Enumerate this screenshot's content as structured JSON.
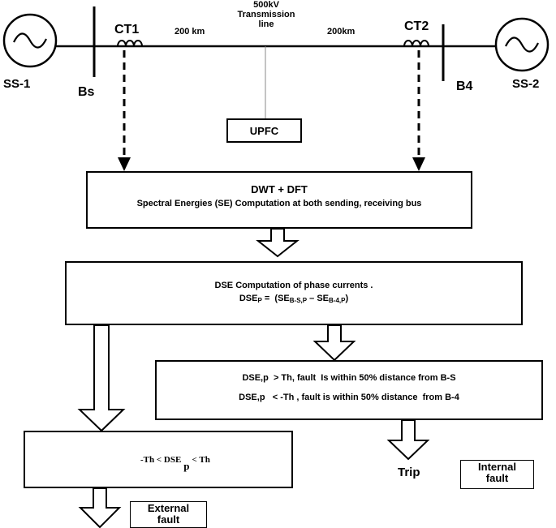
{
  "network": {
    "source_left": "SS-1",
    "source_right": "SS-2",
    "bus_left": "Bs",
    "bus_right": "B4",
    "ct_left": "CT1",
    "ct_right": "CT2",
    "segment_left": "200 km",
    "segment_right": "200km",
    "line_title_1": "500kV",
    "line_title_2": "Transmission",
    "line_title_3": "line",
    "upfc": "UPFC"
  },
  "box_dwt": {
    "title": "DWT + DFT",
    "subtitle": "Spectral Energies (SE) Computation at both sending, receiving  bus"
  },
  "box_dse": {
    "line1": "DSE Computation of  phase currents .",
    "eq_lhs": "DSE",
    "eq_lhs_sub": "P",
    "eq_mid": " =  (SE",
    "eq_sub1": "B-S,P",
    "eq_minus": " – SE",
    "eq_sub2": "B-4,P",
    "eq_end": ")"
  },
  "box_decision": {
    "line1": "DSE,p  > Th, fault  Is within 50% distance from B-S",
    "line2": "DSE,p   < -Th , fault is within 50% distance  from B-4"
  },
  "box_external": {
    "cond_left": "-Th < DSE",
    "cond_sub": "p",
    "cond_right": "< Th"
  },
  "outputs": {
    "trip": "Trip",
    "internal_1": "Internal",
    "internal_2": "fault",
    "external_1": "External",
    "external_2": "fault"
  }
}
